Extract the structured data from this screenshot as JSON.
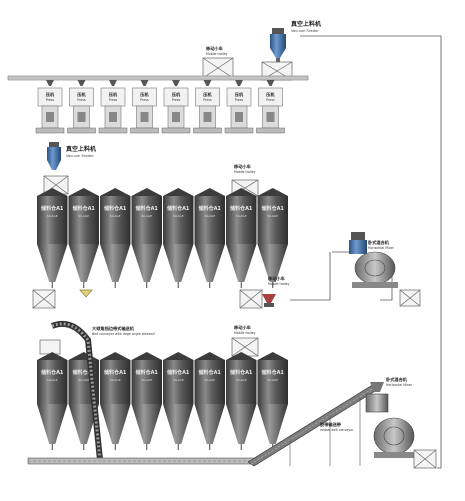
{
  "vacuum_feeder": {
    "cn": "真空上料机",
    "en": "Vacuum Feeder"
  },
  "mobile_trolley": {
    "cn": "移动小车",
    "en": "Mobile trolley"
  },
  "press": {
    "cn": "压机",
    "en": "Press"
  },
  "press_count": 8,
  "silo_label_top": "储料仓A1",
  "silo_label_mid": "储料仓A1",
  "silo_label_bottom": "储料仓A1",
  "silo_sub": "SILAGE",
  "silo_count_row1": 8,
  "silo_count_row2": 8,
  "mobile_trolley_2": {
    "cn": "移动小车",
    "en": "Mobile trolley"
  },
  "horizontal_mixer": {
    "cn": "卧式混合机",
    "en": "Horizontal Mixer"
  },
  "large_dip_conveyor": {
    "cn": "大倾角挡边带式输送机",
    "en": "Belt conveyor with large angle sidewall"
  },
  "rubber_belt_conveyor": {
    "cn": "胶带输送带",
    "en": "rubber-belt conveyor"
  },
  "colors": {
    "silo_body": "#4a4a4a",
    "silo_light": "#7a7a7a",
    "blue_feeder": "#3f6fa8",
    "pipe": "#555555",
    "frame": "#666666"
  }
}
